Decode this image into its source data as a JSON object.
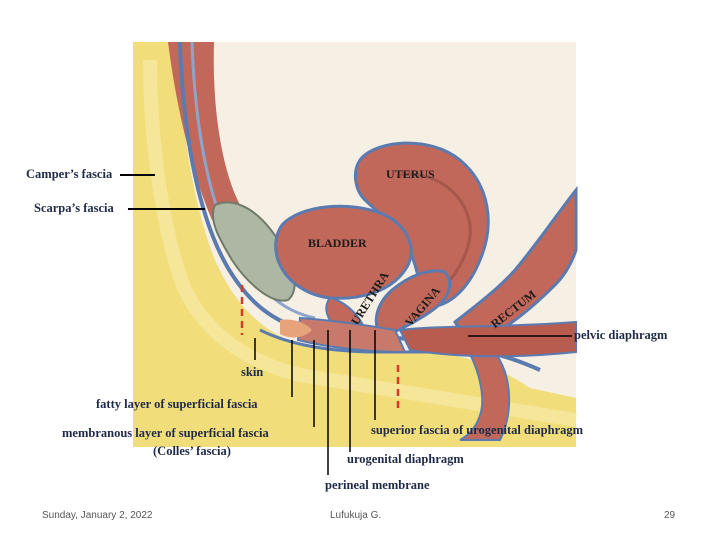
{
  "diagram": {
    "labels": {
      "campers_fascia": "Camper’s fascia",
      "scarpas_fascia": "Scarpa’s fascia",
      "uterus": "UTERUS",
      "bladder": "BLADDER",
      "urethra": "URETHRA",
      "vagina": "VAGINA",
      "rectum": "RECTUM",
      "pelvic_diaphragm": "pelvic diaphragm",
      "skin": "skin",
      "fatty_layer": "fatty layer of superficial fascia",
      "membranous_layer": "membranous layer of superficial fascia",
      "colles_fascia": "(Colles’ fascia)",
      "superior_fascia": "superior fascia of urogenital diaphragm",
      "urogenital_diaphragm": "urogenital diaphragm",
      "perineal_membrane": "perineal membrane"
    },
    "colors": {
      "fat": "#f1de7a",
      "muscle": "#c2685a",
      "fascia": "#5b7bb0",
      "bladder_fill": "#aeb7a4",
      "label_text": "#1f2a48"
    }
  },
  "footer": {
    "date": "Sunday, January 2, 2022",
    "author": "Lufukuja G.",
    "page": "29"
  }
}
